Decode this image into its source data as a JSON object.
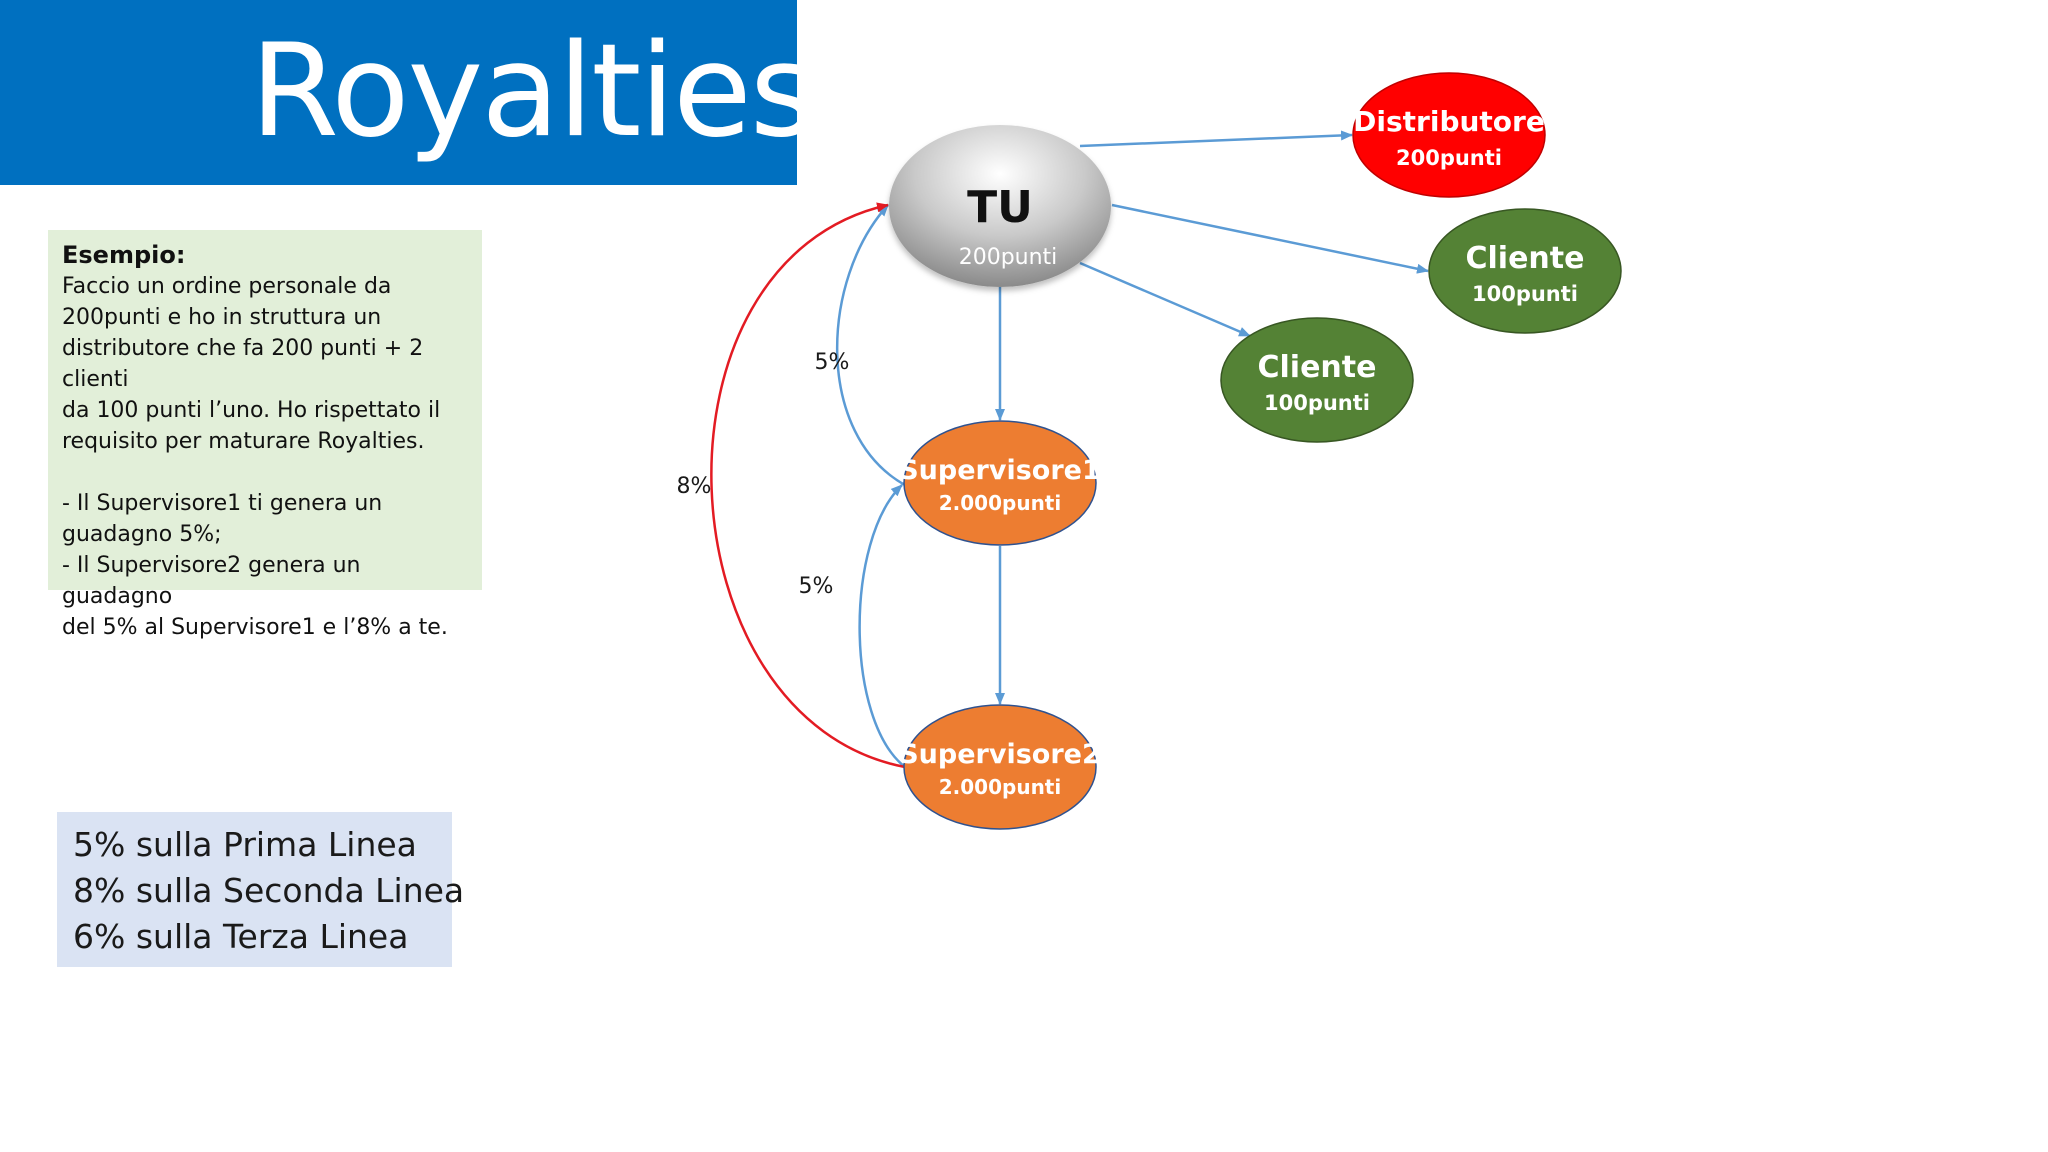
{
  "title": "Royalties",
  "example": {
    "heading": "Esempio:",
    "lines": [
      "Faccio un ordine personale da",
      "200punti e ho in struttura un",
      "distributore che fa 200 punti + 2 clienti",
      "da 100 punti l’uno. Ho rispettato il",
      "requisito per maturare Royalties."
    ],
    "bullets": [
      "- Il Supervisore1 ti genera un",
      "guadagno 5%;",
      "- Il Supervisore2 genera un guadagno",
      "del 5% al Supervisore1 e l’8% a te."
    ]
  },
  "lines_summary": [
    "5% sulla Prima Linea",
    "8% sulla Seconda Linea",
    "6% sulla Terza Linea"
  ],
  "nodes": {
    "tu": {
      "name": "TU",
      "points": "200punti",
      "color": "#bfbfbf"
    },
    "distributore": {
      "name": "Distributore",
      "points": "200punti",
      "color": "#ff0000"
    },
    "cliente1": {
      "name": "Cliente",
      "points": "100punti",
      "color": "#548235"
    },
    "cliente2": {
      "name": "Cliente",
      "points": "100punti",
      "color": "#548235"
    },
    "supervisore1": {
      "name": "Supervisore1",
      "points": "2.000punti",
      "color": "#ed7d31"
    },
    "supervisore2": {
      "name": "Supervisore2",
      "points": "2.000punti",
      "color": "#ed7d31"
    }
  },
  "edge_labels": {
    "sup1_to_tu": "5%",
    "sup2_to_sup1": "5%",
    "sup2_to_tu": "8%"
  },
  "colors": {
    "title_bar": "#0070c0",
    "arrow_blue": "#5b9bd5",
    "arrow_red": "#e31b23",
    "example_bg": "#e2efd9",
    "lines_bg": "#dae3f3"
  }
}
